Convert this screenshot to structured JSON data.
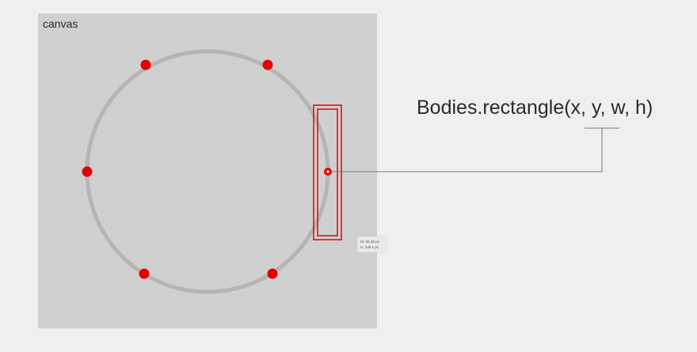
{
  "canvas": {
    "label": "canvas",
    "background": "#d0d0d0"
  },
  "code_label": "Bodies.rectangle(x, y, w, h)",
  "dimensions_tooltip": {
    "width_text": "W: 60.29 px",
    "height_text": "H: 339.1 px"
  },
  "colors": {
    "page_background": "#efefef",
    "circle_stroke": "#b5b5b5",
    "point_fill": "#e60000",
    "rectangle_stroke": "#e60000",
    "connector": "#777777"
  },
  "circle_points": [
    {
      "name": "point-top-left"
    },
    {
      "name": "point-top-right"
    },
    {
      "name": "point-left"
    },
    {
      "name": "point-right-center"
    },
    {
      "name": "point-bottom-left"
    },
    {
      "name": "point-bottom-right"
    }
  ]
}
